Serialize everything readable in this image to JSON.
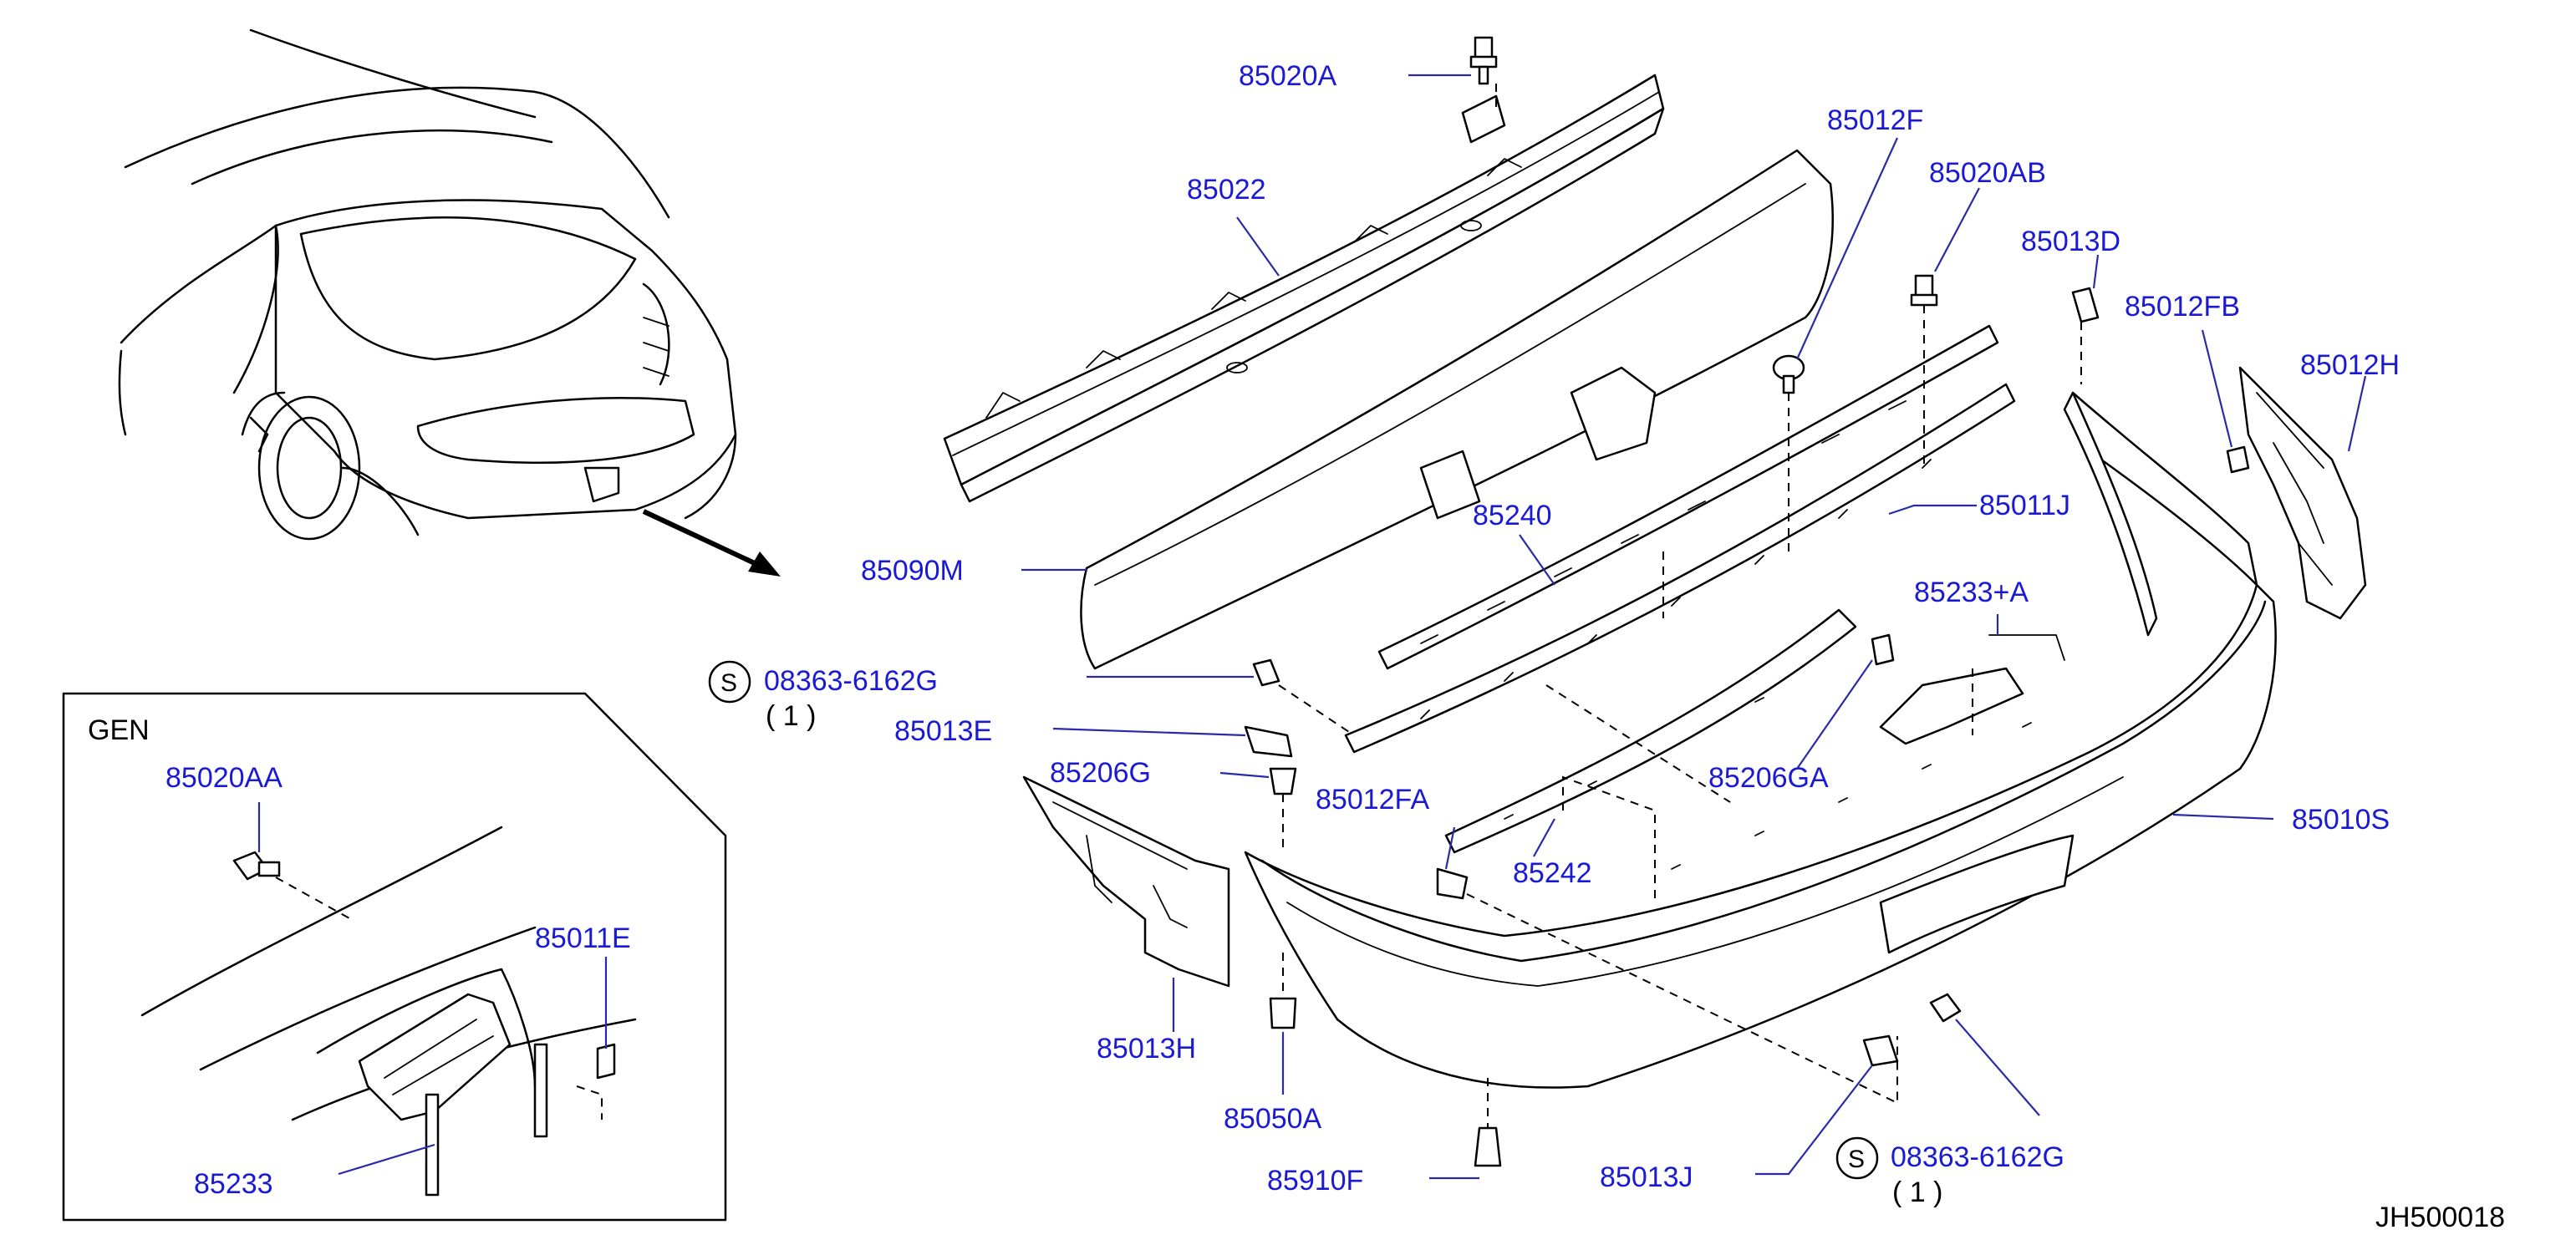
{
  "diagram_id": "JH500018",
  "inset": {
    "title": "GEN"
  },
  "labels": {
    "p85020A": "85020A",
    "p85022": "85022",
    "p85012F": "85012F",
    "p85020AB": "85020AB",
    "p85013D": "85013D",
    "p85012FB": "85012FB",
    "p85012H": "85012H",
    "p85090M": "85090M",
    "p85240": "85240",
    "p85011J": "85011J",
    "p85233A": "85233+A",
    "p85013E": "85013E",
    "p85206G": "85206G",
    "p85012FA": "85012FA",
    "p85206GA": "85206GA",
    "p85242": "85242",
    "p85010S": "85010S",
    "p85013H": "85013H",
    "p85050A": "85050A",
    "p85910F": "85910F",
    "p85013J": "85013J",
    "p85020AA": "85020AA",
    "p85011E": "85011E",
    "p85233": "85233"
  },
  "screws": {
    "left": {
      "symbol": "S",
      "part": "08363-6162G",
      "qty": "( 1 )"
    },
    "right": {
      "symbol": "S",
      "part": "08363-6162G",
      "qty": "( 1 )"
    }
  }
}
